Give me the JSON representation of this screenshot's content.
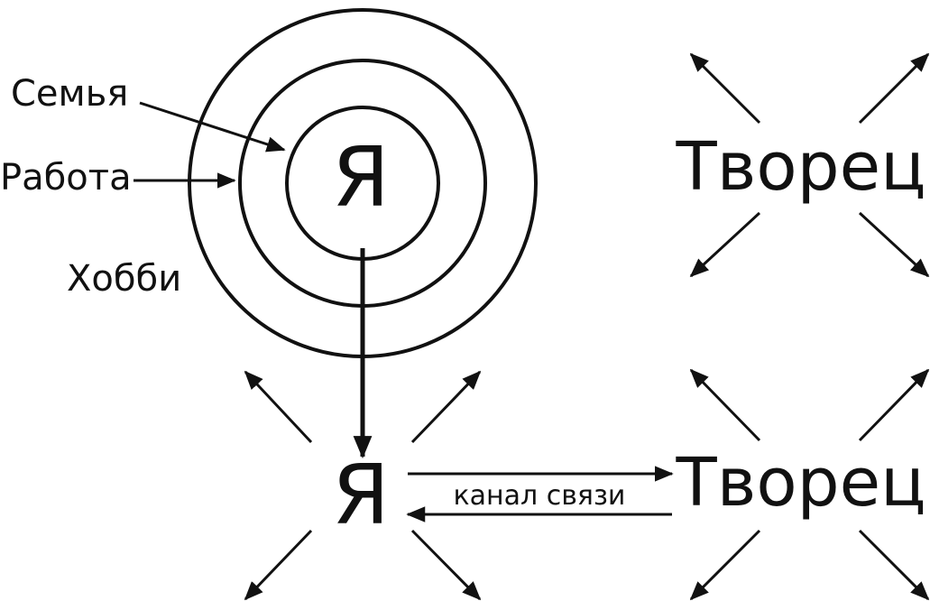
{
  "diagram": {
    "circles_labels": {
      "family": "Семья",
      "work": "Работа",
      "hobby": "Хобби",
      "center": "Я"
    },
    "top_right": {
      "label": "Творец"
    },
    "bottom_left": {
      "label": "Я"
    },
    "bottom_right": {
      "label": "Творец"
    },
    "channel": {
      "label": "канал связи"
    },
    "colors": {
      "ink": "#111111",
      "background": "#ffffff"
    }
  }
}
